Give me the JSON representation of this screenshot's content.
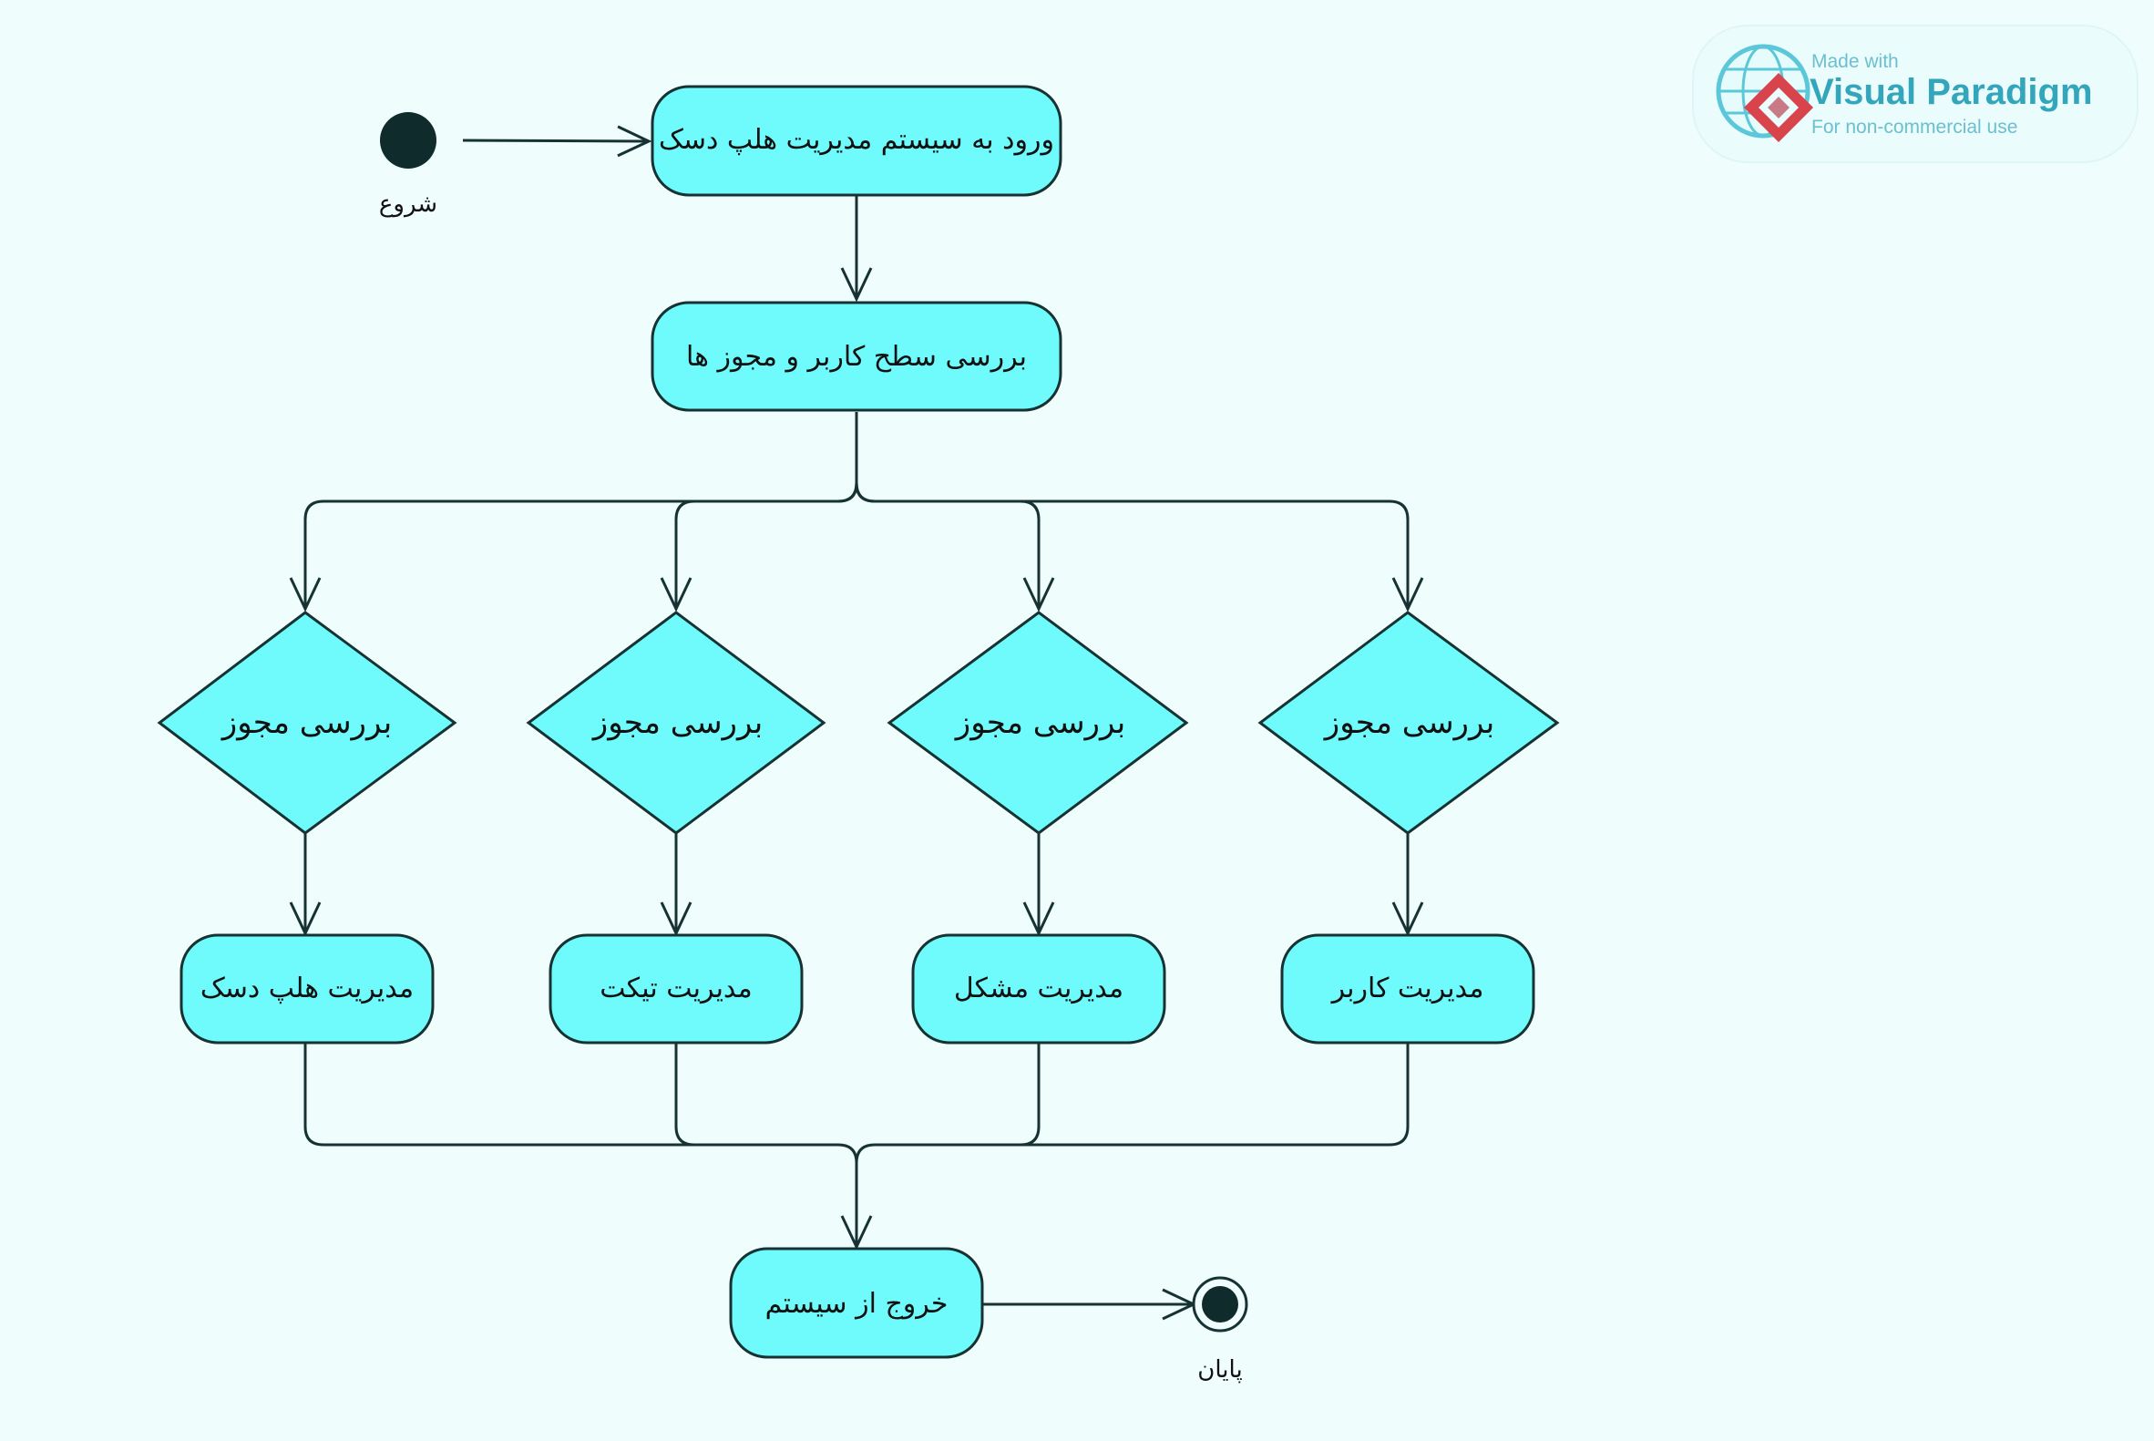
{
  "start": {
    "label": "شروع"
  },
  "end": {
    "label": "پایان"
  },
  "actions": {
    "login": "ورود به سیستم مدیریت هلپ دسک",
    "check_level": "بررسی سطح کاربر و مجوز ها",
    "helpdesk_mgmt": "مدیریت هلپ دسک",
    "ticket_mgmt": "مدیریت تیکت",
    "problem_mgmt": "مدیریت مشکل",
    "user_mgmt": "مدیریت کاربر",
    "exit": "خروج از سیستم"
  },
  "decisions": {
    "d1": "بررسی مجوز",
    "d2": "بررسی مجوز",
    "d3": "بررسی مجوز",
    "d4": "بررسی مجوز"
  },
  "watermark": {
    "made_with": "Made with",
    "brand": "Visual Paradigm",
    "note": "For non-commercial use"
  },
  "colors": {
    "background": "#f0fdfd",
    "node_fill": "#6ffbfb",
    "stroke": "#173232",
    "terminal_fill": "#0f2b2b"
  }
}
